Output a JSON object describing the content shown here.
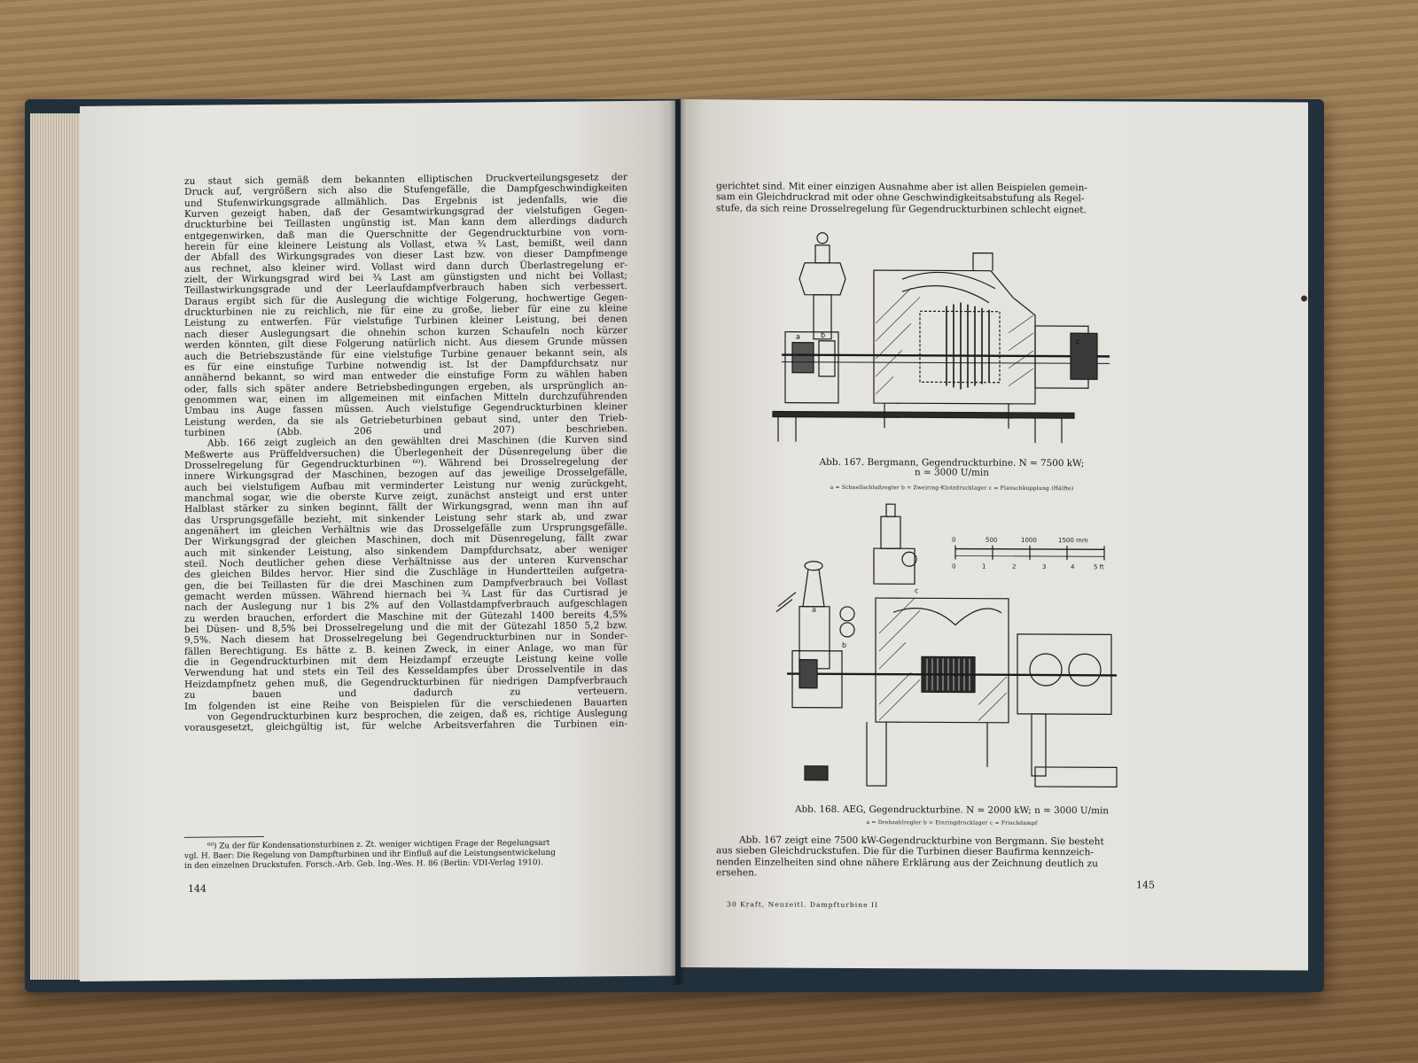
{
  "left_page": {
    "page_number": "144",
    "body": [
      "zu staut sich gemäß dem bekannten elliptischen Druckverteilungsgesetz der",
      "Druck auf, vergrößern sich also die Stufengefälle, die Dampfgeschwindigkeiten",
      "und Stufenwirkungsgrade allmählich. Das Ergebnis ist jedenfalls, wie die",
      "Kurven gezeigt haben, daß der Gesamtwirkungsgrad der vielstufigen Gegen-",
      "druckturbine bei Teillasten ungünstig ist. Man kann dem allerdings dadurch",
      "entgegenwirken, daß man die Querschnitte der Gegendruckturbine von vorn-",
      "herein für eine kleinere Leistung als Vollast, etwa ¾ Last, bemißt, weil dann",
      "der Abfall des Wirkungsgrades von dieser Last bzw. von dieser Dampfmenge",
      "aus rechnet, also kleiner wird. Vollast wird dann durch Überlastregelung er-",
      "zielt, der Wirkungsgrad wird bei ¾ Last am günstigsten und nicht bei Vollast;",
      "Teillastwirkungsgrade und der Leerlaufdampfverbrauch haben sich verbessert.",
      "Daraus ergibt sich für die Auslegung die wichtige Folgerung, hochwertige Gegen-",
      "druckturbinen nie zu reichlich, nie für eine zu große, lieber für eine zu kleine",
      "Leistung zu entwerfen. Für vielstufige Turbinen kleiner Leistung, bei denen",
      "nach dieser Auslegungsart die ohnehin schon kurzen Schaufeln noch kürzer",
      "werden könnten, gilt diese Folgerung natürlich nicht. Aus diesem Grunde müssen",
      "auch die Betriebszustände für eine vielstufige Turbine genauer bekannt sein, als",
      "es für eine einstufige Turbine notwendig ist. Ist der Dampfdurchsatz nur",
      "annähernd bekannt, so wird man entweder die einstufige Form zu wählen haben",
      "oder, falls sich später andere Betriebsbedingungen ergeben, als ursprünglich an-",
      "genommen war, einen im allgemeinen mit einfachen Mitteln durchzuführenden",
      "Umbau ins Auge fassen müssen. Auch vielstufige Gegendruckturbinen kleiner",
      "Leistung werden, da sie als Getriebeturbinen gebaut sind, unter den Trieb-",
      "turbinen (Abb. 206 und 207) beschrieben.",
      "Abb. 166 zeigt zugleich an den gewählten drei Maschinen (die Kurven sind",
      "Meßwerte aus Prüffeldversuchen) die Überlegenheit der Düsenregelung über die",
      "Drosselregelung für Gegendruckturbinen ⁶⁰). Während bei Drosselregelung der",
      "innere Wirkungsgrad der Maschinen, bezogen auf das jeweilige Drosselgefälle,",
      "auch bei vielstufigem Aufbau mit verminderter Leistung nur wenig zurückgeht,",
      "manchmal sogar, wie die oberste Kurve zeigt, zunächst ansteigt und erst unter",
      "Halblast stärker zu sinken beginnt, fällt der Wirkungsgrad, wenn man ihn auf",
      "das Ursprungsgefälle bezieht, mit sinkender Leistung sehr stark ab, und zwar",
      "angenähert im gleichen Verhältnis wie das Drosselgefälle zum Ursprungsgefälle.",
      "Der Wirkungsgrad der gleichen Maschinen, doch mit Düsenregelung, fällt zwar",
      "auch mit sinkender Leistung, also sinkendem Dampfdurchsatz, aber weniger",
      "steil. Noch deutlicher gehen diese Verhältnisse aus der unteren Kurvenschar",
      "des gleichen Bildes hervor. Hier sind die Zuschläge in Hundertteilen aufgetra-",
      "gen, die bei Teillasten für die drei Maschinen zum Dampfverbrauch bei Vollast",
      "gemacht werden müssen. Während hiernach bei ¾ Last für das Curtisrad je",
      "nach der Auslegung nur 1 bis 2% auf den Vollastdampfverbrauch aufgeschlagen",
      "zu werden brauchen, erfordert die Maschine mit der Gütezahl 1400 bereits 4,5%",
      "bei Düsen- und 8,5% bei Drosselregelung und die mit der Gütezahl 1850 5,2 bzw.",
      "9,5%. Nach diesem hat Drosselregelung bei Gegendruckturbinen nur in Sonder-",
      "fällen Berechtigung. Es hätte z. B. keinen Zweck, in einer Anlage, wo man für",
      "die in Gegendruckturbinen mit dem Heizdampf erzeugte Leistung keine volle",
      "Verwendung hat und stets ein Teil des Kesseldampfes über Drosselventile in das",
      "Heizdampfnetz gehen muß, die Gegendruckturbinen für niedrigen Dampfverbrauch",
      "zu bauen und dadurch zu verteuern.",
      "Im folgenden ist eine Reihe von Beispielen für die verschiedenen Bauarten",
      "von Gegendruckturbinen kurz besprochen, die zeigen, daß es, richtige Auslegung",
      "vorausgesetzt, gleichgültig ist, für welche Arbeitsverfahren die Turbinen ein-"
    ],
    "indent_lines": [
      24,
      49
    ],
    "footnote": [
      "⁶⁰) Zu der für Kondensationsturbinen z. Zt. weniger wichtigen Frage der Regelungsart",
      "vgl. H. Baer: Die Regelung von Dampfturbinen und ihr Einfluß auf die Leistungsentwickelung",
      "in den einzelnen Druckstufen. Forsch.-Arb. Geb. Ing.-Wes. H. 86 (Berlin: VDI-Verlag 1910)."
    ]
  },
  "right_page": {
    "page_number": "145",
    "top_text": [
      "gerichtet sind. Mit einer einzigen Ausnahme aber ist allen Beispielen gemein-",
      "sam ein Gleichdruckrad mit oder ohne Geschwindigkeitsabstufung als Regel-",
      "stufe, da sich reine Drosselregelung für Gegendruckturbinen schlecht eignet."
    ],
    "figure1": {
      "caption": "Abb. 167. Bergmann, Gegendruckturbine. N = 7500 kW;",
      "caption_line2": "n = 3000 U/min",
      "legend": "a = Schnellschlußregler    b = Zweiring-Klotzdrucklager    c = Flanschkupplung (Hälfte)",
      "labels": {
        "a": "a",
        "b": "b",
        "c": "c"
      }
    },
    "figure2": {
      "caption": "Abb. 168. AEG, Gegendruckturbine. N = 2000 kW; n = 3000 U/min",
      "legend": "a = Drehzahlregler    b = Einringdrucklager    c = Frischdampf",
      "scale_top": [
        "0",
        "500",
        "1000",
        "1500 mm"
      ],
      "scale_bottom": [
        "0",
        "1",
        "2",
        "3",
        "4",
        "5 ft"
      ],
      "labels": {
        "a": "a",
        "b": "b",
        "c": "c"
      }
    },
    "bottom_text": [
      "Abb. 167 zeigt eine 7500 kW-Gegendruckturbine von Bergmann. Sie besteht",
      "aus sieben Gleichdruckstufen. Die für die Turbinen dieser Baufirma kennzeich-",
      "nenden Einzelheiten sind ohne nähere Erklärung aus der Zeichnung deutlich zu",
      "ersehen."
    ],
    "signature": "30  Kraft, Neuzeitl. Dampfturbine II"
  }
}
